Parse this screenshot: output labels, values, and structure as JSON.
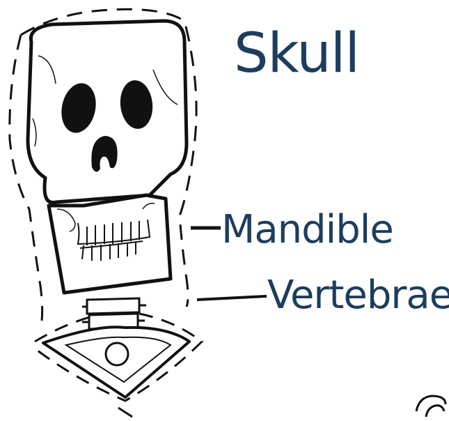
{
  "diagram": {
    "title": "Skull",
    "labels": {
      "mandible": "Mandible",
      "vertebrae": "Vertebrae"
    },
    "colors": {
      "label_text": "#1d3d5f",
      "outline": "#111111"
    }
  }
}
